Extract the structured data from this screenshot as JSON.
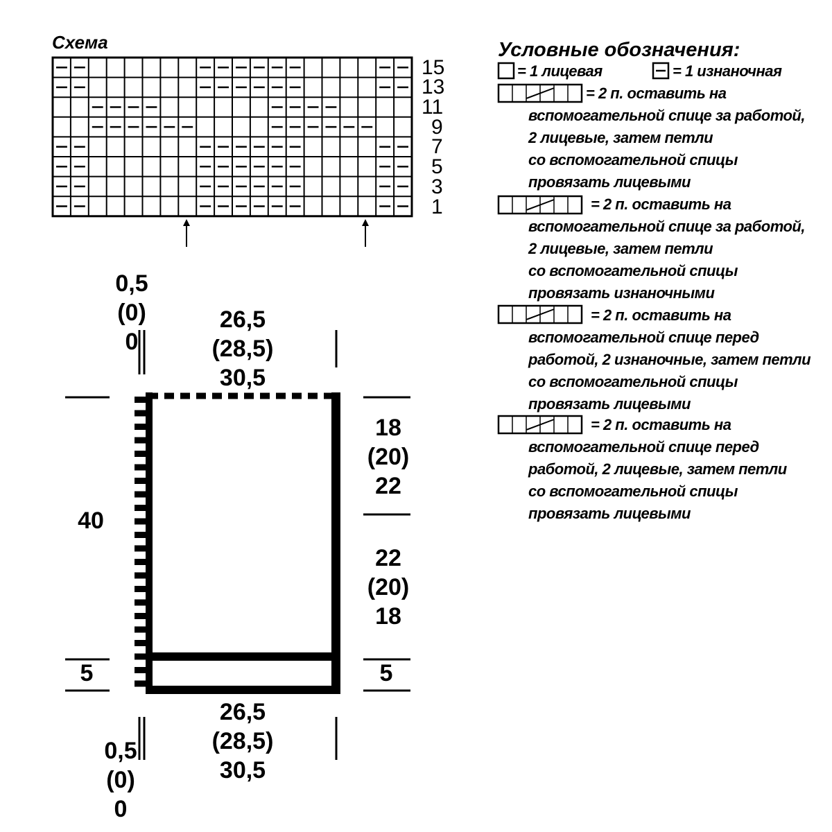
{
  "chart": {
    "title": "Схема",
    "row_numbers": [
      "15",
      "13",
      "11",
      "9",
      "7",
      "5",
      "3",
      "1"
    ],
    "grid": {
      "rows": [
        [
          "-",
          "-",
          "k",
          "k",
          "k",
          "k",
          "k",
          "k",
          "-",
          "-",
          "-",
          "-",
          "-",
          "-",
          "k",
          "k",
          "k",
          "k",
          "-",
          "-"
        ],
        [
          "-",
          "-",
          "k",
          "k",
          "k",
          "k",
          "k",
          "k",
          "-",
          "-",
          "-",
          "-",
          "-",
          "-",
          "k",
          "k",
          "k",
          "k",
          "-",
          "-"
        ],
        [
          "k",
          "k",
          "-",
          "-",
          "-",
          "-",
          "k",
          "k",
          "k",
          "k",
          "k",
          "k",
          "-",
          "-",
          "-",
          "-",
          "k",
          "k",
          "k",
          "k"
        ],
        [
          "k",
          "k",
          "-",
          "-",
          "-",
          "-",
          "-",
          "-",
          "k",
          "k",
          "k",
          "k",
          "-",
          "-",
          "-",
          "-",
          "-",
          "-",
          "k",
          "k"
        ],
        [
          "-",
          "-",
          "k",
          "k",
          "k",
          "k",
          "k",
          "k",
          "-",
          "-",
          "-",
          "-",
          "-",
          "-",
          "k",
          "k",
          "k",
          "k",
          "-",
          "-"
        ],
        [
          "-",
          "-",
          "k",
          "k",
          "k",
          "k",
          "k",
          "k",
          "-",
          "-",
          "-",
          "-",
          "-",
          "-",
          "k",
          "k",
          "k",
          "k",
          "-",
          "-"
        ],
        [
          "-",
          "-",
          "k",
          "k",
          "k",
          "k",
          "k",
          "k",
          "-",
          "-",
          "-",
          "-",
          "-",
          "-",
          "k",
          "k",
          "k",
          "k",
          "-",
          "-"
        ],
        [
          "-",
          "-",
          "k",
          "k",
          "k",
          "k",
          "k",
          "k",
          "-",
          "-",
          "-",
          "-",
          "-",
          "-",
          "k",
          "k",
          "k",
          "k",
          "-",
          "-"
        ]
      ]
    }
  },
  "legend": {
    "title": "Условные обозначения:",
    "knit": "= 1 лицевая",
    "purl": "= 1 изнаночная",
    "cable1": [
      "= 2 п. оставить на",
      "вспомогательной спице за работой,",
      "2 лицевые, затем петли",
      "со вспомогательной спицы",
      "провязать лицевыми"
    ],
    "cable2": [
      "= 2 п. оставить на",
      "вспомогательной спице за работой,",
      "2 лицевые, затем петли",
      "со вспомогательной спицы",
      "провязать изнаночными"
    ],
    "cable3": [
      "= 2 п. оставить на",
      "вспомогательной спице перед",
      "работой, 2 изнаночные, затем петли",
      "со вспомогательной спицы",
      "провязать лицевыми"
    ],
    "cable4": [
      "= 2 п. оставить на",
      "вспомогательной спице перед",
      "работой, 2 лицевые, затем петли",
      "со вспомогательной спицы",
      "провязать лицевыми"
    ]
  },
  "pattern": {
    "top_left": [
      "0,5",
      "(0)",
      "0"
    ],
    "top_width": [
      "26,5",
      "(28,5)",
      "30,5"
    ],
    "left_height": "40",
    "right_upper": [
      "18",
      "(20)",
      "22"
    ],
    "right_lower": [
      "22",
      "(20)",
      "18"
    ],
    "rib_left": "5",
    "rib_right": "5",
    "bottom_width": [
      "26,5",
      "(28,5)",
      "30,5"
    ],
    "bottom_left": [
      "0,5",
      "(0)",
      "0"
    ]
  }
}
